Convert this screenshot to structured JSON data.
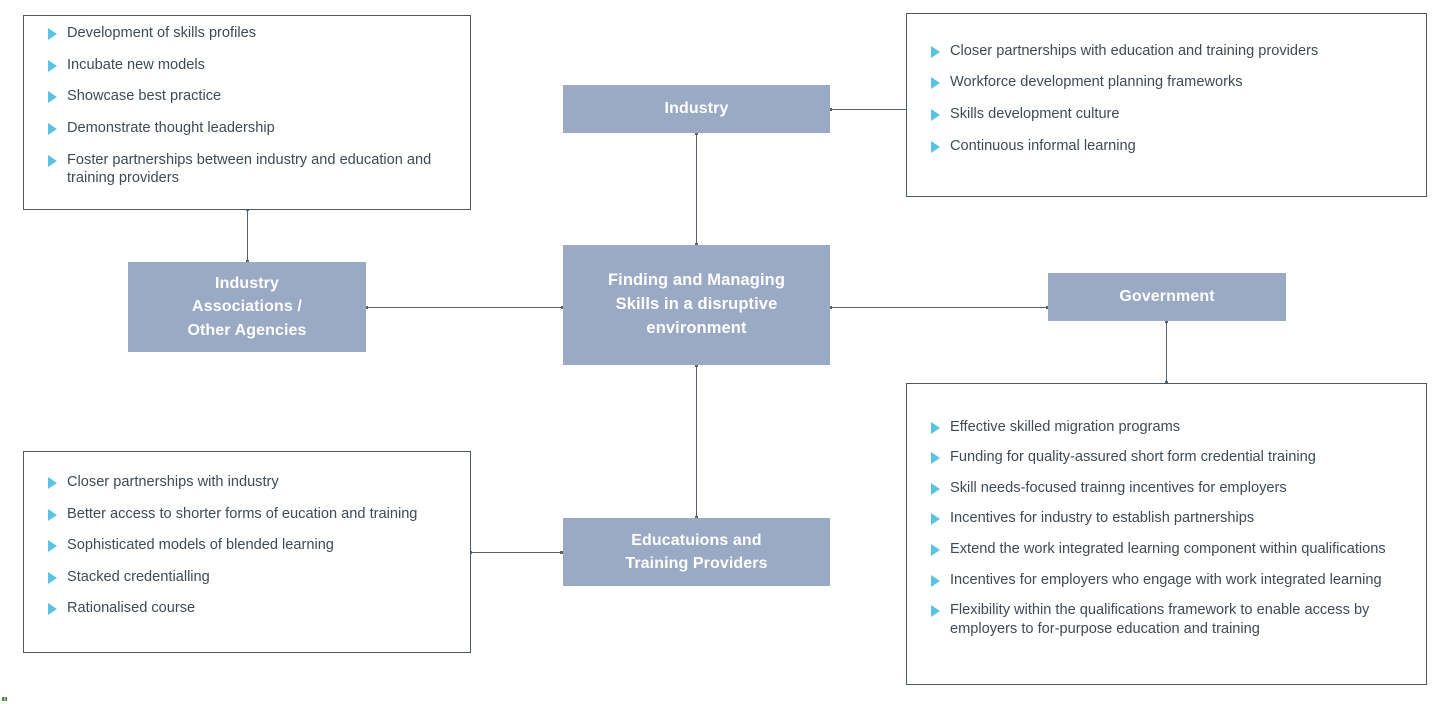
{
  "diagram": {
    "title": "Finding and Managing Skills in a disruptive environment",
    "colors": {
      "node_fill": "#9aaac4",
      "node_text": "#ffffff",
      "list_text": "#3f4a55",
      "bullet": "#5ac3e4",
      "border": "#4e5860",
      "connector": "#58626b",
      "background": "#ffffff"
    },
    "nodes": {
      "center": {
        "label": "Finding and Managing\nSkills in a disruptive\nenvironment"
      },
      "industry": {
        "label": "Industry"
      },
      "associations": {
        "label": "Industry\nAssociations /\nOther Agencies"
      },
      "government": {
        "label": "Government"
      },
      "education": {
        "label": "Educatuions and\nTraining Providers"
      }
    },
    "boxes": {
      "industry_associations": {
        "name": "Industry Associations / Other Agencies",
        "items": [
          "Development of skills profiles",
          "Incubate new models",
          "Showcase best practice",
          "Demonstrate thought leadership",
          "Foster partnerships between industry and education and training providers"
        ]
      },
      "industry_detail": {
        "name": "Industry",
        "items": [
          "Closer partnerships with education and training providers",
          "Workforce development planning frameworks",
          "Skills development culture",
          "Continuous informal learning"
        ]
      },
      "education_providers": {
        "name": "Educatuions and Training Providers",
        "items": [
          "Closer partnerships with industry",
          "Better access to shorter forms of eucation and training",
          "Sophisticated models of blended learning",
          "Stacked credentialling",
          "Rationalised course"
        ]
      },
      "government_detail": {
        "name": "Government",
        "items": [
          "Effective skilled migration programs",
          "Funding for quality-assured short form credential training",
          "Skill needs-focused trainng incentives for employers",
          "Incentives for industry to establish partnerships",
          "Extend the work integrated learning component within qualifications",
          "Incentives for employers who engage with work integrated learning",
          "Flexibility within the qualifications framework to enable access by employers to for-purpose education and training"
        ]
      }
    },
    "bullet_icon": "triangle-right-icon"
  }
}
